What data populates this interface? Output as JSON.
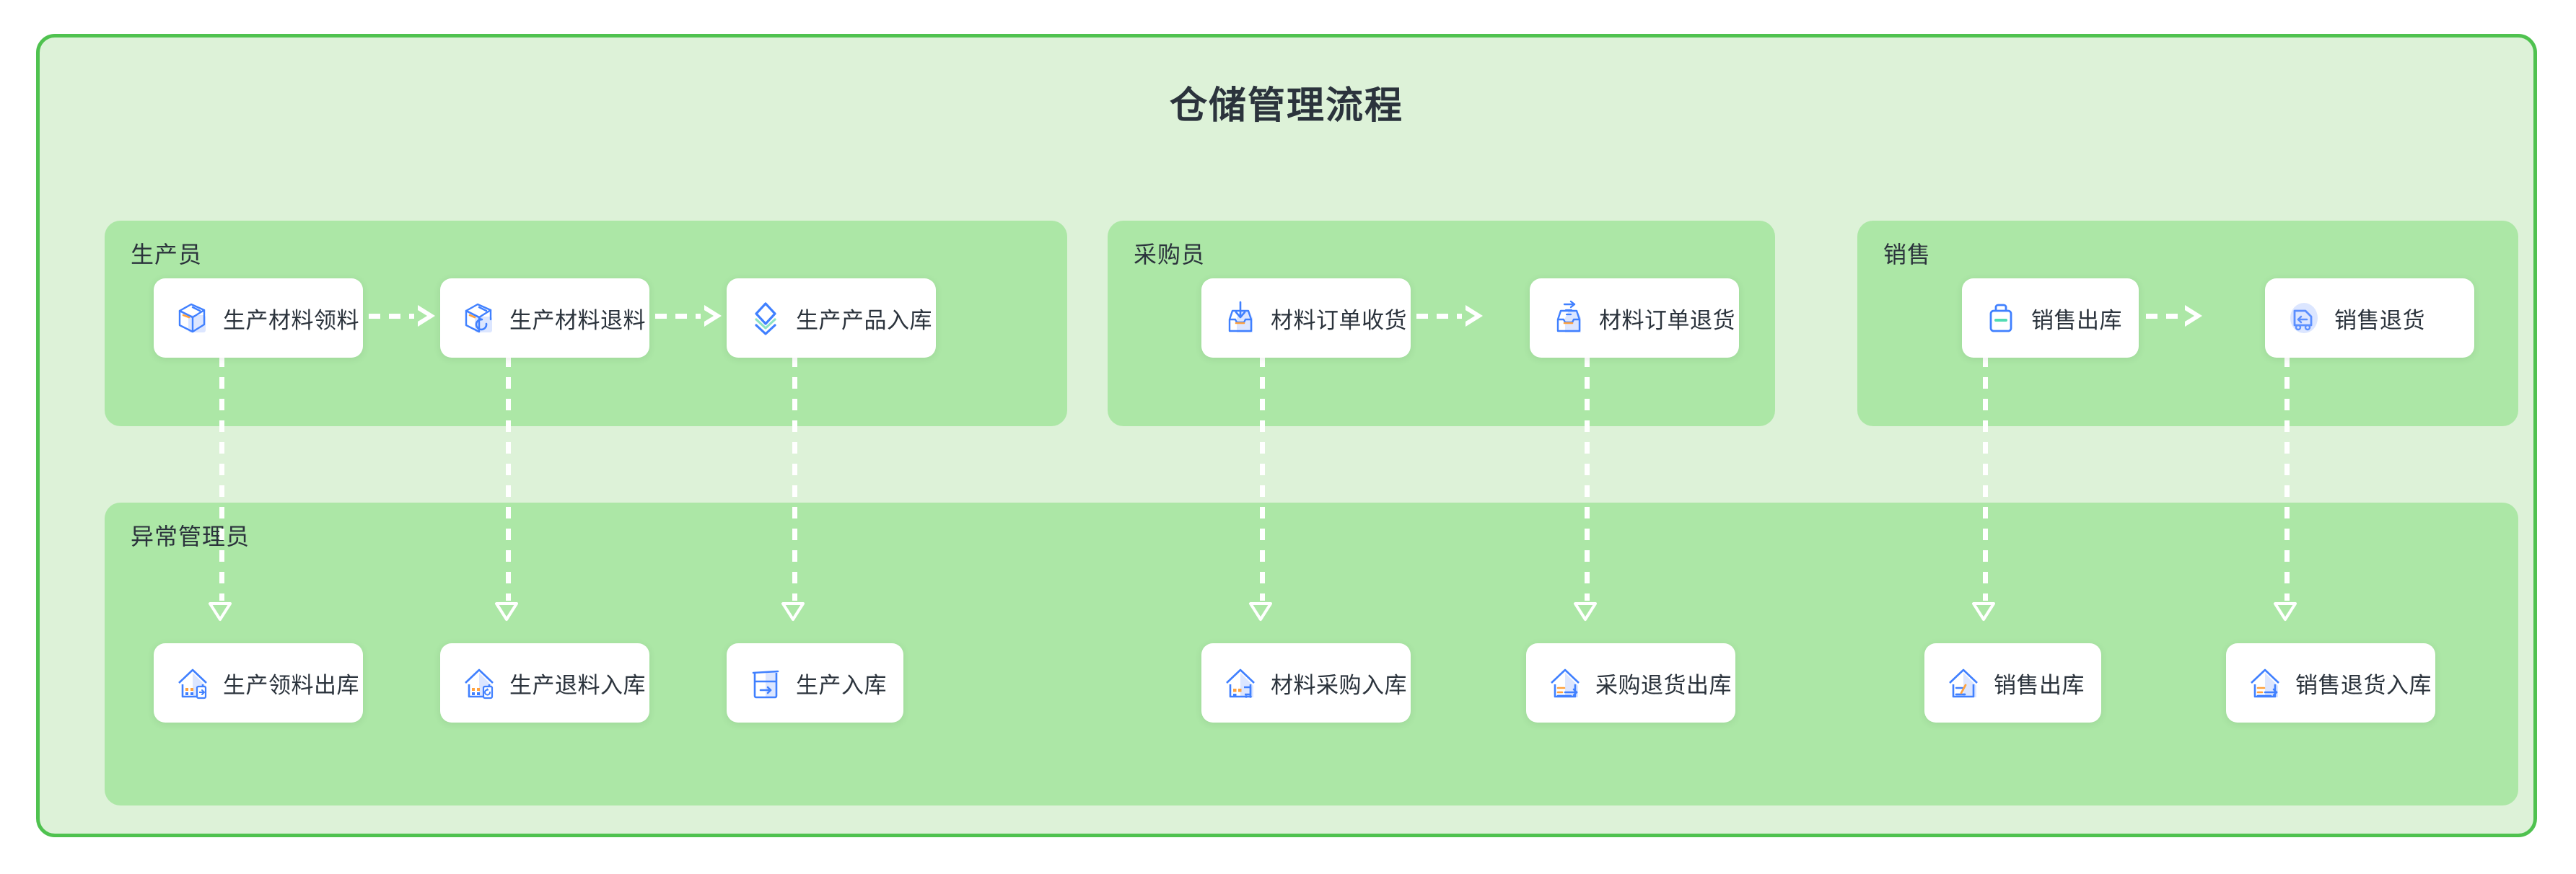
{
  "diagram": {
    "title": "仓储管理流程",
    "colors": {
      "outer_background": "#ddf2d8",
      "outer_border": "#4fc24f",
      "lane_background": "#ace7a6",
      "card_background": "#ffffff",
      "text": "#2b333c",
      "icon_primary": "#4080ff",
      "icon_fill": "#dce6ff",
      "icon_accent": "#ffa23e",
      "icon_green": "#7fe0c0",
      "connector": "#ffffff"
    }
  },
  "lanes": [
    {
      "id": "production",
      "title": "生产员",
      "nodes": [
        {
          "label": "生产材料领料",
          "icon": "box-outline-icon"
        },
        {
          "label": "生产材料退料",
          "icon": "box-return-icon"
        },
        {
          "label": "生产产品入库",
          "icon": "layers-stack-icon"
        }
      ]
    },
    {
      "id": "purchase",
      "title": "采购员",
      "nodes": [
        {
          "label": "材料订单收货",
          "icon": "inbox-down-icon"
        },
        {
          "label": "材料订单退货",
          "icon": "inbox-out-icon"
        }
      ]
    },
    {
      "id": "sales",
      "title": "销售",
      "nodes": [
        {
          "label": "销售出库",
          "icon": "briefcase-icon"
        },
        {
          "label": "销售退货",
          "icon": "truck-back-icon"
        }
      ]
    },
    {
      "id": "exception",
      "title": "异常管理员",
      "nodes": [
        {
          "label": "生产领料出库",
          "icon": "warehouse-out-icon"
        },
        {
          "label": "生产退料入库",
          "icon": "warehouse-return-icon"
        },
        {
          "label": "生产入库",
          "icon": "storage-in-icon"
        },
        {
          "label": "材料采购入库",
          "icon": "warehouse-cart-icon"
        },
        {
          "label": "采购退货出库",
          "icon": "warehouse-arrow-out-icon"
        },
        {
          "label": "销售出库",
          "icon": "warehouse-pen-icon"
        },
        {
          "label": "销售退货入库",
          "icon": "warehouse-arrow-in-icon"
        }
      ]
    }
  ]
}
